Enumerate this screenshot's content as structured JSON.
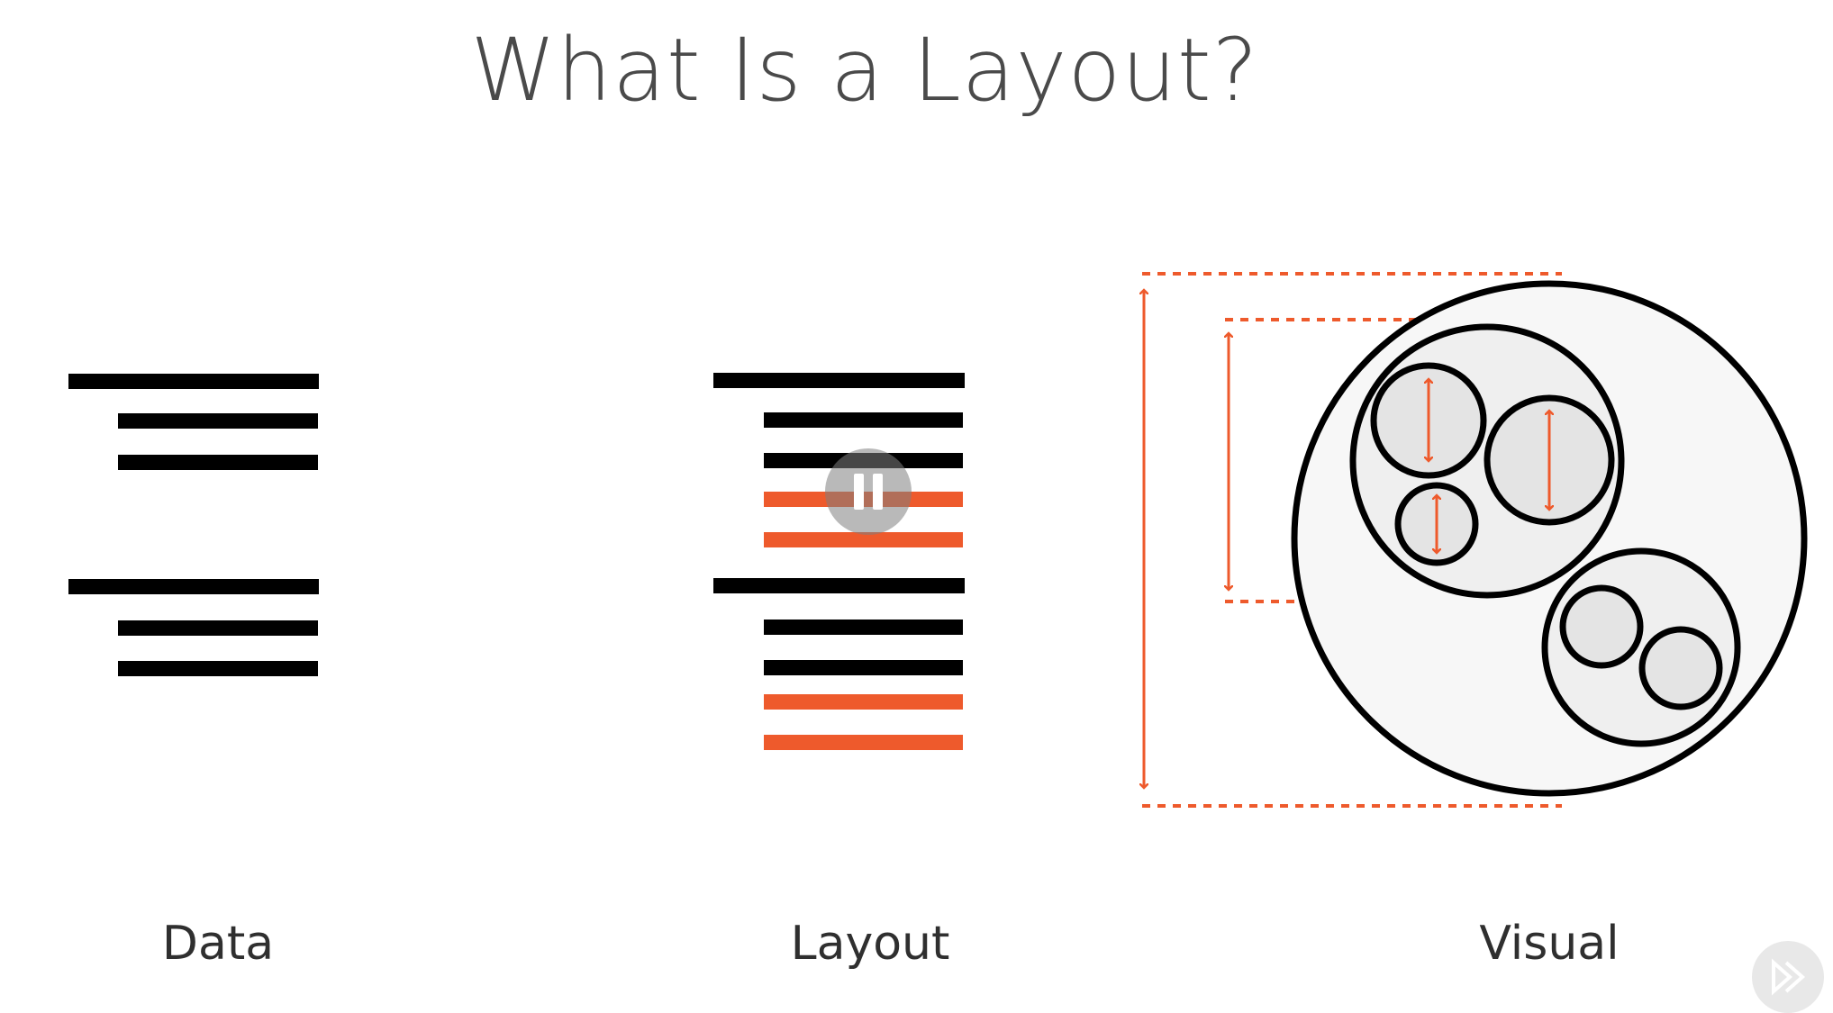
{
  "title": "What Is a Layout?",
  "labels": {
    "data": "Data",
    "layout": "Layout",
    "visual": "Visual"
  },
  "colors": {
    "accent": "#ee5a2c",
    "ink": "#000000",
    "circle_fill_outer": "#f7f7f7",
    "circle_fill_inner": "#e4e4e4",
    "title": "#4a4a4a"
  },
  "controls": {
    "pause_icon": "pause-icon",
    "next_icon": "play-forward-icon"
  },
  "diagram": {
    "data_groups": 2,
    "layout_groups": 2,
    "lines_per_group_data": [
      "parent",
      "child",
      "child"
    ],
    "lines_per_group_layout": [
      "parent",
      "child",
      "child",
      "child-highlight",
      "child-highlight"
    ]
  }
}
